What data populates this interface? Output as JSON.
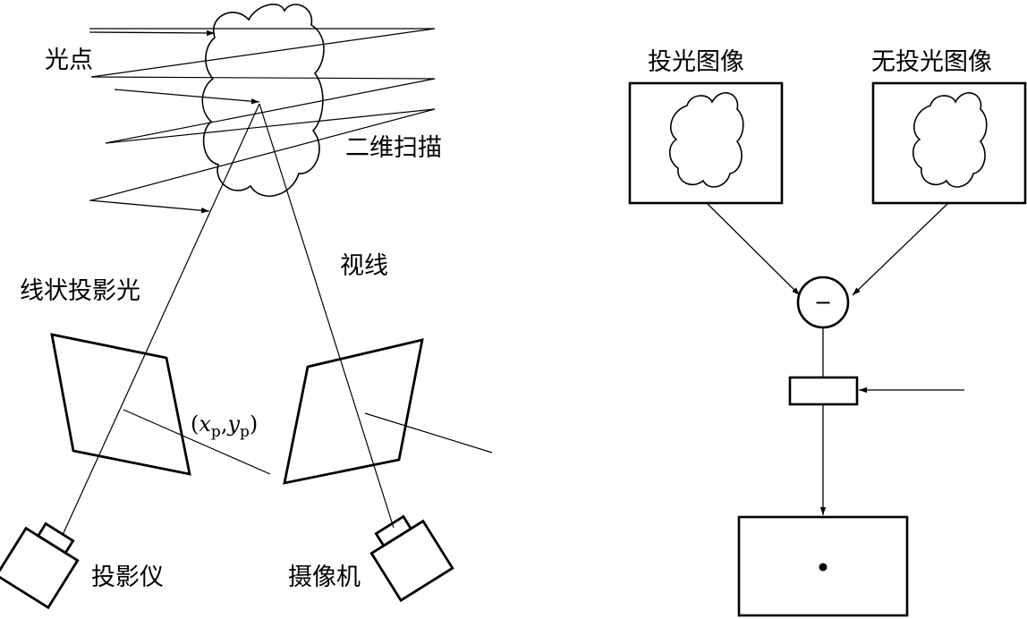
{
  "labels": {
    "light_spot": "光点",
    "two_d_scan": "二维扫描",
    "line_of_sight": "视线",
    "line_projected_light": "线状投影光",
    "projector": "投影仪",
    "camera": "摄像机",
    "projected_image": "投光图像",
    "non_projected_image": "无投光图像",
    "subtract_symbol": "−",
    "coord_open": "(",
    "coord_x": "x",
    "coord_sub_x": "p",
    "coord_comma": ",",
    "coord_y": "y",
    "coord_sub_y": "p",
    "coord_close": ")"
  },
  "colors": {
    "stroke": "#000000",
    "background": "#ffffff"
  }
}
